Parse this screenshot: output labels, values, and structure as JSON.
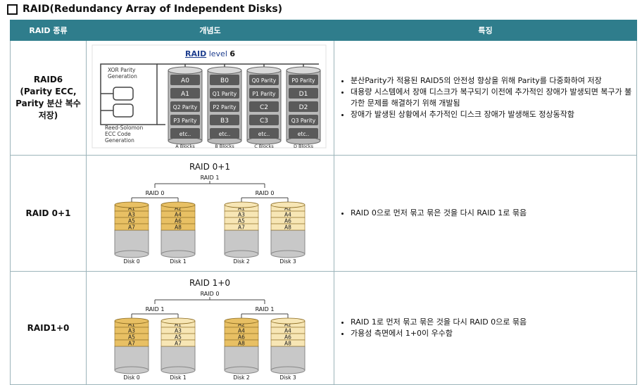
{
  "title": "RAID(Redundancy Array of Independent Disks)",
  "headers": [
    "RAID 종류",
    "개념도",
    "특징"
  ],
  "rows": [
    {
      "kind_lines": [
        "RAID6",
        "(Parity ECC,",
        "Parity 분산 복수",
        "저장)"
      ],
      "features": [
        "분산Parity가 적용된 RAID5의 안전성 향상을 위해 Parity를 다중화하여 저장",
        "대용량 시스템에서 장애 디스크가 복구되기 이전에 추가적인 장애가 발생되면 복구가 불가한 문제를 해결하기 위해 개발됨",
        "장애가 발생된 상황에서 추가적인 디스크 장애가 발생해도 정상동작함"
      ],
      "diagram": {
        "title_bold": "RAID",
        "title_mid": " level ",
        "title_num": "6",
        "xor_lines": [
          "XOR Parity",
          "Generation"
        ],
        "rs_lines": [
          "Reed-Solomon",
          "ECC Code",
          "Generation"
        ],
        "columns": [
          {
            "blocks": [
              "A0",
              "A1",
              "Q2 Parity",
              "P3 Parity",
              "etc.."
            ],
            "label": "A Blocks"
          },
          {
            "blocks": [
              "B0",
              "Q1 Parity",
              "P2 Parity",
              "B3",
              "etc.."
            ],
            "label": "B Blocks"
          },
          {
            "blocks": [
              "Q0 Parity",
              "P1 Parity",
              "C2",
              "C3",
              "etc.."
            ],
            "label": "C Blocks"
          },
          {
            "blocks": [
              "P0 Parity",
              "D1",
              "D2",
              "Q3 Parity",
              "etc.."
            ],
            "label": "D Blocks"
          }
        ]
      }
    },
    {
      "kind_lines": [
        "RAID 0+1"
      ],
      "features": [
        "RAID 0으로 먼저 묶고 묶은 것을 다시 RAID 1로 묶음"
      ],
      "diagram": {
        "title": "RAID 0+1",
        "top": "RAID 1",
        "groups": [
          "RAID 0",
          "RAID 0"
        ],
        "disks": [
          {
            "label": "Disk 0",
            "blocks": [
              "A1",
              "A3",
              "A5",
              "A7"
            ]
          },
          {
            "label": "Disk 1",
            "blocks": [
              "A2",
              "A4",
              "A6",
              "A8"
            ]
          },
          {
            "label": "Disk 2",
            "blocks": [
              "A1",
              "A3",
              "A5",
              "A7"
            ]
          },
          {
            "label": "Disk 3",
            "blocks": [
              "A2",
              "A4",
              "A6",
              "A8"
            ]
          }
        ]
      }
    },
    {
      "kind_lines": [
        "RAID1+0"
      ],
      "features": [
        "RAID 1로 먼저 묶고 묶은 것을 다시 RAID 0으로 묶음",
        "가용성 측면에서 1+0이 우수함"
      ],
      "diagram": {
        "title": "RAID 1+0",
        "top": "RAID 0",
        "groups": [
          "RAID 1",
          "RAID 1"
        ],
        "disks": [
          {
            "label": "Disk 0",
            "blocks": [
              "A1",
              "A3",
              "A5",
              "A7"
            ]
          },
          {
            "label": "Disk 1",
            "blocks": [
              "A1",
              "A3",
              "A5",
              "A7"
            ]
          },
          {
            "label": "Disk 2",
            "blocks": [
              "A2",
              "A4",
              "A6",
              "A8"
            ]
          },
          {
            "label": "Disk 3",
            "blocks": [
              "A2",
              "A4",
              "A6",
              "A8"
            ]
          }
        ]
      }
    }
  ],
  "colors": {
    "header": "#2f7d8c",
    "disk_dark": "#e8c064",
    "disk_light": "#f7e6b5",
    "disk_gray": "#c8c8c8",
    "raid6_cyl": "#b9b9b9"
  }
}
